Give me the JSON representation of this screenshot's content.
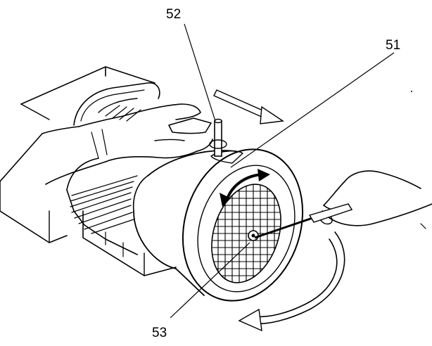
{
  "figure": {
    "callouts": {
      "label_52": "52",
      "label_51": "51",
      "label_53": "53"
    },
    "colors": {
      "ink": "#000000",
      "paper": "#ffffff"
    },
    "icons": {
      "rotation_arrow": "curved-double-arrow-icon",
      "direction_arrow": "direction-arrow-icon"
    }
  }
}
